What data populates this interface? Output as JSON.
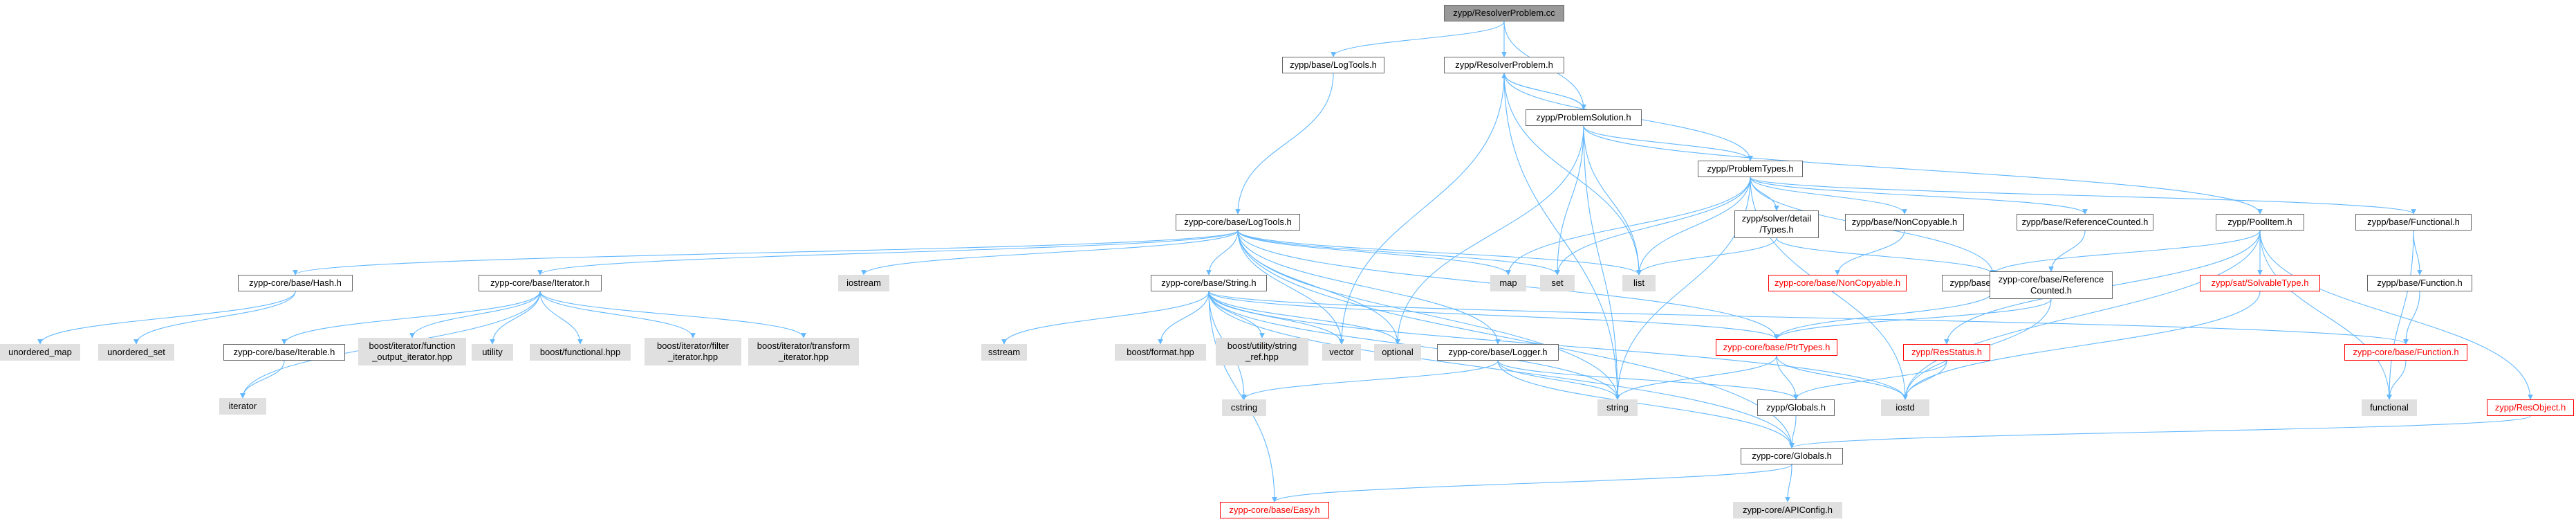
{
  "colors": {
    "edge": "#63b8ff",
    "node_border": "#666666",
    "missing_border": "#ff0000",
    "system_fill": "#e0e0e0",
    "current_fill": "#999999"
  },
  "nodes": {
    "ResolverProblem_cc": {
      "label": "zypp/ResolverProblem.cc",
      "kind": "main"
    },
    "base_LogTools_h": {
      "label": "zypp/base/LogTools.h",
      "kind": "file"
    },
    "ResolverProblem_h": {
      "label": "zypp/ResolverProblem.h",
      "kind": "file"
    },
    "ProblemSolution_h": {
      "label": "zypp/ProblemSolution.h",
      "kind": "file"
    },
    "ProblemTypes_h": {
      "label": "zypp/ProblemTypes.h",
      "kind": "file"
    },
    "core_LogTools_h": {
      "label": "zypp-core/base/LogTools.h",
      "kind": "file"
    },
    "solver_Types_h": {
      "label": "zypp/solver/detail\n/Types.h",
      "kind": "file"
    },
    "base_NonCopyable_h": {
      "label": "zypp/base/NonCopyable.h",
      "kind": "file"
    },
    "base_ReferenceCounted_h": {
      "label": "zypp/base/ReferenceCounted.h",
      "kind": "file"
    },
    "PoolItem_h": {
      "label": "zypp/PoolItem.h",
      "kind": "file"
    },
    "base_Functional_h": {
      "label": "zypp/base/Functional.h",
      "kind": "file"
    },
    "core_Hash_h": {
      "label": "zypp-core/base/Hash.h",
      "kind": "file"
    },
    "core_Iterator_h": {
      "label": "zypp-core/base/Iterator.h",
      "kind": "file"
    },
    "iostream": {
      "label": "iostream",
      "kind": "std"
    },
    "core_String_h": {
      "label": "zypp-core/base/String.h",
      "kind": "file"
    },
    "map": {
      "label": "map",
      "kind": "std"
    },
    "set": {
      "label": "set",
      "kind": "std"
    },
    "list": {
      "label": "list",
      "kind": "std"
    },
    "core_NonCopyable_h": {
      "label": "zypp-core/base/NonCopyable.h",
      "kind": "missing"
    },
    "base_PtrTypes_h": {
      "label": "zypp/base/PtrTypes.h",
      "kind": "file"
    },
    "core_ReferenceCounted_h": {
      "label": "zypp-core/base/Reference\nCounted.h",
      "kind": "file"
    },
    "sat_SolvableType_h": {
      "label": "zypp/sat/SolvableType.h",
      "kind": "missing"
    },
    "base_Function_h": {
      "label": "zypp/base/Function.h",
      "kind": "file"
    },
    "unordered_map": {
      "label": "unordered_map",
      "kind": "std"
    },
    "unordered_set": {
      "label": "unordered_set",
      "kind": "std"
    },
    "core_Iterable_h": {
      "label": "zypp-core/base/Iterable.h",
      "kind": "file"
    },
    "utility": {
      "label": "utility",
      "kind": "std"
    },
    "boost_functional_hpp": {
      "label": "boost/functional.hpp",
      "kind": "std"
    },
    "boost_iter_fout": {
      "label": "boost/iterator/function\n_output_iterator.hpp",
      "kind": "std"
    },
    "boost_iter_filter": {
      "label": "boost/iterator/filter\n_iterator.hpp",
      "kind": "std"
    },
    "boost_iter_transform": {
      "label": "boost/iterator/transform\n_iterator.hpp",
      "kind": "std"
    },
    "sstream": {
      "label": "sstream",
      "kind": "std"
    },
    "boost_format_hpp": {
      "label": "boost/format.hpp",
      "kind": "std"
    },
    "boost_string_ref": {
      "label": "boost/utility/string\n_ref.hpp",
      "kind": "std"
    },
    "vector": {
      "label": "vector",
      "kind": "std"
    },
    "optional": {
      "label": "optional",
      "kind": "std"
    },
    "core_Logger_h": {
      "label": "zypp-core/base/Logger.h",
      "kind": "file"
    },
    "core_PtrTypes_h": {
      "label": "zypp-core/base/PtrTypes.h",
      "kind": "missing"
    },
    "ResStatus_h": {
      "label": "zypp/ResStatus.h",
      "kind": "missing"
    },
    "core_Function_h": {
      "label": "zypp-core/base/Function.h",
      "kind": "missing"
    },
    "iterator": {
      "label": "iterator",
      "kind": "std"
    },
    "string": {
      "label": "string",
      "kind": "std"
    },
    "cstring": {
      "label": "cstring",
      "kind": "std"
    },
    "Globals_h": {
      "label": "zypp/Globals.h",
      "kind": "file"
    },
    "cstdint": {
      "label": "iostd",
      "kind": "std"
    },
    "functional": {
      "label": "functional",
      "kind": "std"
    },
    "ResObject_h": {
      "label": "zypp/ResObject.h",
      "kind": "missing"
    },
    "core_Globals_h": {
      "label": "zypp-core/Globals.h",
      "kind": "file"
    },
    "core_Easy_h": {
      "label": "zypp-core/base/Easy.h",
      "kind": "missing"
    },
    "core_APIConfig_h": {
      "label": "zypp-core/APIConfig.h",
      "kind": "std"
    }
  },
  "edges": [
    [
      "ResolverProblem_cc",
      "base_LogTools_h"
    ],
    [
      "ResolverProblem_cc",
      "ResolverProblem_h"
    ],
    [
      "ResolverProblem_cc",
      "ProblemSolution_h"
    ],
    [
      "base_LogTools_h",
      "core_LogTools_h"
    ],
    [
      "ResolverProblem_h",
      "ProblemSolution_h"
    ],
    [
      "ProblemSolution_h",
      "ResolverProblem_h"
    ],
    [
      "ResolverProblem_h",
      "ProblemTypes_h"
    ],
    [
      "ResolverProblem_h",
      "list"
    ],
    [
      "ResolverProblem_h",
      "string"
    ],
    [
      "ResolverProblem_h",
      "vector"
    ],
    [
      "ProblemSolution_h",
      "ProblemTypes_h"
    ],
    [
      "ProblemSolution_h",
      "PoolItem_h"
    ],
    [
      "ProblemSolution_h",
      "list"
    ],
    [
      "ProblemSolution_h",
      "string"
    ],
    [
      "ProblemSolution_h",
      "set"
    ],
    [
      "ProblemSolution_h",
      "optional"
    ],
    [
      "ProblemTypes_h",
      "solver_Types_h"
    ],
    [
      "ProblemTypes_h",
      "base_NonCopyable_h"
    ],
    [
      "ProblemTypes_h",
      "base_ReferenceCounted_h"
    ],
    [
      "ProblemTypes_h",
      "base_Functional_h"
    ],
    [
      "ProblemTypes_h",
      "base_PtrTypes_h"
    ],
    [
      "ProblemTypes_h",
      "map"
    ],
    [
      "ProblemTypes_h",
      "set"
    ],
    [
      "ProblemTypes_h",
      "list"
    ],
    [
      "ProblemTypes_h",
      "string"
    ],
    [
      "ProblemTypes_h",
      "cstdint"
    ],
    [
      "core_LogTools_h",
      "core_Hash_h"
    ],
    [
      "core_LogTools_h",
      "core_Iterator_h"
    ],
    [
      "core_LogTools_h",
      "iostream"
    ],
    [
      "core_LogTools_h",
      "core_String_h"
    ],
    [
      "core_LogTools_h",
      "map"
    ],
    [
      "core_LogTools_h",
      "set"
    ],
    [
      "core_LogTools_h",
      "list"
    ],
    [
      "core_LogTools_h",
      "vector"
    ],
    [
      "core_LogTools_h",
      "optional"
    ],
    [
      "core_LogTools_h",
      "core_Logger_h"
    ],
    [
      "core_LogTools_h",
      "core_PtrTypes_h"
    ],
    [
      "core_LogTools_h",
      "string"
    ],
    [
      "core_LogTools_h",
      "core_Globals_h"
    ],
    [
      "solver_Types_h",
      "list"
    ],
    [
      "solver_Types_h",
      "base_PtrTypes_h"
    ],
    [
      "base_NonCopyable_h",
      "core_NonCopyable_h"
    ],
    [
      "base_ReferenceCounted_h",
      "core_ReferenceCounted_h"
    ],
    [
      "base_PtrTypes_h",
      "core_PtrTypes_h"
    ],
    [
      "core_ReferenceCounted_h",
      "core_PtrTypes_h"
    ],
    [
      "core_ReferenceCounted_h",
      "cstdint"
    ],
    [
      "PoolItem_h",
      "base_PtrTypes_h"
    ],
    [
      "PoolItem_h",
      "sat_SolvableType_h"
    ],
    [
      "PoolItem_h",
      "ResStatus_h"
    ],
    [
      "PoolItem_h",
      "ResObject_h"
    ],
    [
      "PoolItem_h",
      "functional"
    ],
    [
      "PoolItem_h",
      "cstdint"
    ],
    [
      "sat_SolvableType_h",
      "cstdint"
    ],
    [
      "base_Functional_h",
      "base_Function_h"
    ],
    [
      "base_Functional_h",
      "functional"
    ],
    [
      "base_Function_h",
      "core_Function_h"
    ],
    [
      "core_Function_h",
      "functional"
    ],
    [
      "core_Hash_h",
      "unordered_map"
    ],
    [
      "core_Hash_h",
      "unordered_set"
    ],
    [
      "core_Iterator_h",
      "core_Iterable_h"
    ],
    [
      "core_Iterator_h",
      "utility"
    ],
    [
      "core_Iterator_h",
      "boost_functional_hpp"
    ],
    [
      "core_Iterator_h",
      "boost_iter_fout"
    ],
    [
      "core_Iterator_h",
      "boost_iter_filter"
    ],
    [
      "core_Iterator_h",
      "boost_iter_transform"
    ],
    [
      "core_Iterator_h",
      "iterator"
    ],
    [
      "core_Iterable_h",
      "iterator"
    ],
    [
      "core_String_h",
      "sstream"
    ],
    [
      "core_String_h",
      "boost_format_hpp"
    ],
    [
      "core_String_h",
      "boost_string_ref"
    ],
    [
      "core_String_h",
      "vector"
    ],
    [
      "core_String_h",
      "optional"
    ],
    [
      "core_String_h",
      "string"
    ],
    [
      "core_String_h",
      "cstring"
    ],
    [
      "core_String_h",
      "cstdint"
    ],
    [
      "core_String_h",
      "core_PtrTypes_h"
    ],
    [
      "core_String_h",
      "core_Function_h"
    ],
    [
      "core_String_h",
      "core_Easy_h"
    ],
    [
      "core_String_h",
      "core_Globals_h"
    ],
    [
      "core_Logger_h",
      "string"
    ],
    [
      "core_Logger_h",
      "cstring"
    ],
    [
      "core_Logger_h",
      "Globals_h"
    ],
    [
      "core_Logger_h",
      "core_Globals_h"
    ],
    [
      "core_PtrTypes_h",
      "string"
    ],
    [
      "core_PtrTypes_h",
      "Globals_h"
    ],
    [
      "core_PtrTypes_h",
      "cstdint"
    ],
    [
      "ResStatus_h",
      "Globals_h"
    ],
    [
      "ResStatus_h",
      "cstdint"
    ],
    [
      "Globals_h",
      "core_Globals_h"
    ],
    [
      "ResObject_h",
      "core_Globals_h"
    ],
    [
      "core_Globals_h",
      "core_APIConfig_h"
    ],
    [
      "core_Globals_h",
      "core_Easy_h"
    ]
  ]
}
